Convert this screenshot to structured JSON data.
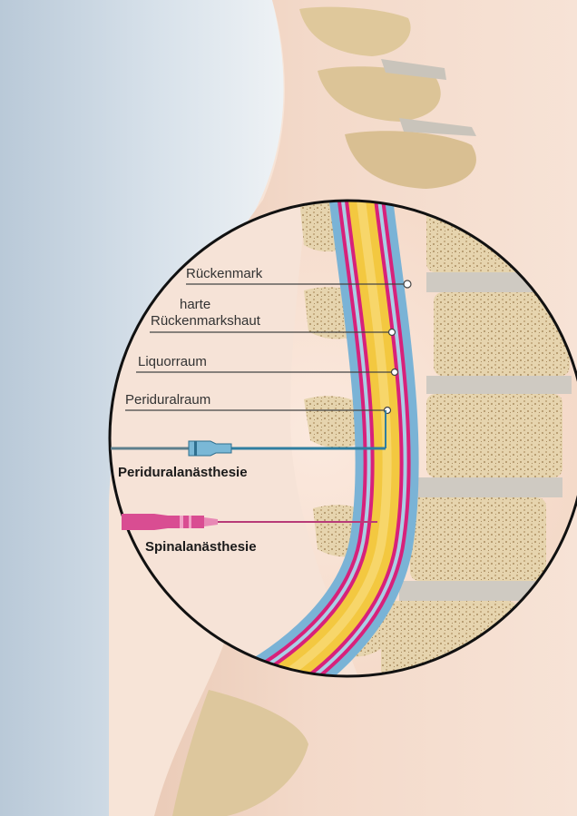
{
  "labels": {
    "spinal_cord": "Rückenmark",
    "dura_line1": "harte",
    "dura_line2": "Rückenmarkshaut",
    "csf_space": "Liquorraum",
    "epidural_space": "Periduralraum",
    "epidural_anesthesia": "Periduralanästhesie",
    "spinal_anesthesia": "Spinalanästhesie"
  },
  "colors": {
    "spinal_cord": "#f3c840",
    "dura": "#d8217a",
    "csf": "#7ab3d6",
    "epidural_needle": "#2f7ea0",
    "spinal_needle": "#cf3f86",
    "bone": "#e8d8b4",
    "disc": "#c9c4bb",
    "skin": "#f4dccd",
    "sky": "#c3d2df"
  },
  "icons": [
    "epidural-needle-icon",
    "spinal-needle-icon"
  ]
}
